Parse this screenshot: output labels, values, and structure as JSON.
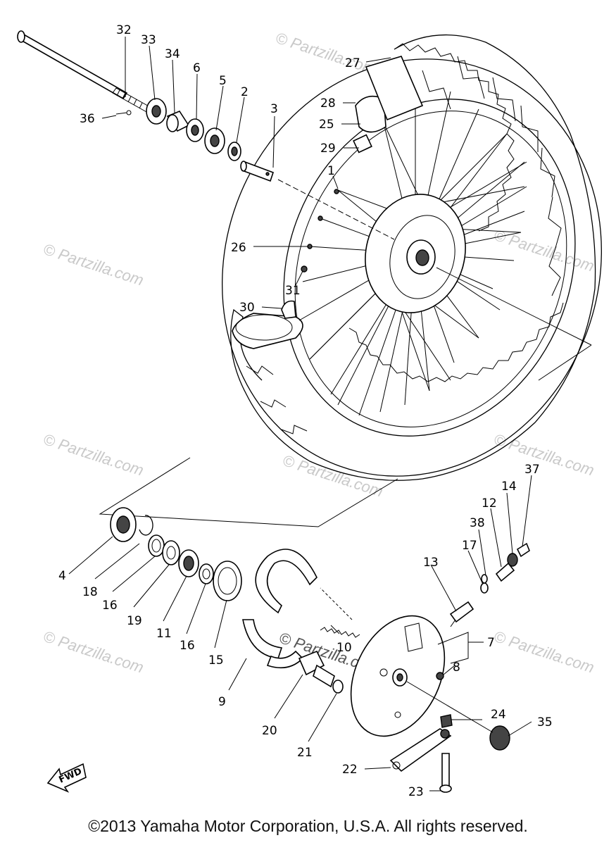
{
  "watermark": "© Partzilla.com",
  "copyright": "©2013  Yamaha Motor Corporation, U.S.A. All rights reserved.",
  "fwd_label": "FWD",
  "callouts": {
    "c1": "1",
    "c2": "2",
    "c3": "3",
    "c4": "4",
    "c5": "5",
    "c6": "6",
    "c7": "7",
    "c8": "8",
    "c9": "9",
    "c10": "10",
    "c11": "11",
    "c12": "12",
    "c13": "13",
    "c14": "14",
    "c15": "15",
    "c16a": "16",
    "c16b": "16",
    "c17": "17",
    "c18": "18",
    "c19": "19",
    "c20": "20",
    "c21": "21",
    "c22": "22",
    "c23": "23",
    "c24": "24",
    "c25": "25",
    "c26": "26",
    "c27": "27",
    "c28": "28",
    "c29": "29",
    "c30": "30",
    "c31": "31",
    "c32": "32",
    "c33": "33",
    "c34": "34",
    "c35": "35",
    "c36": "36",
    "c37": "37",
    "c38": "38"
  }
}
